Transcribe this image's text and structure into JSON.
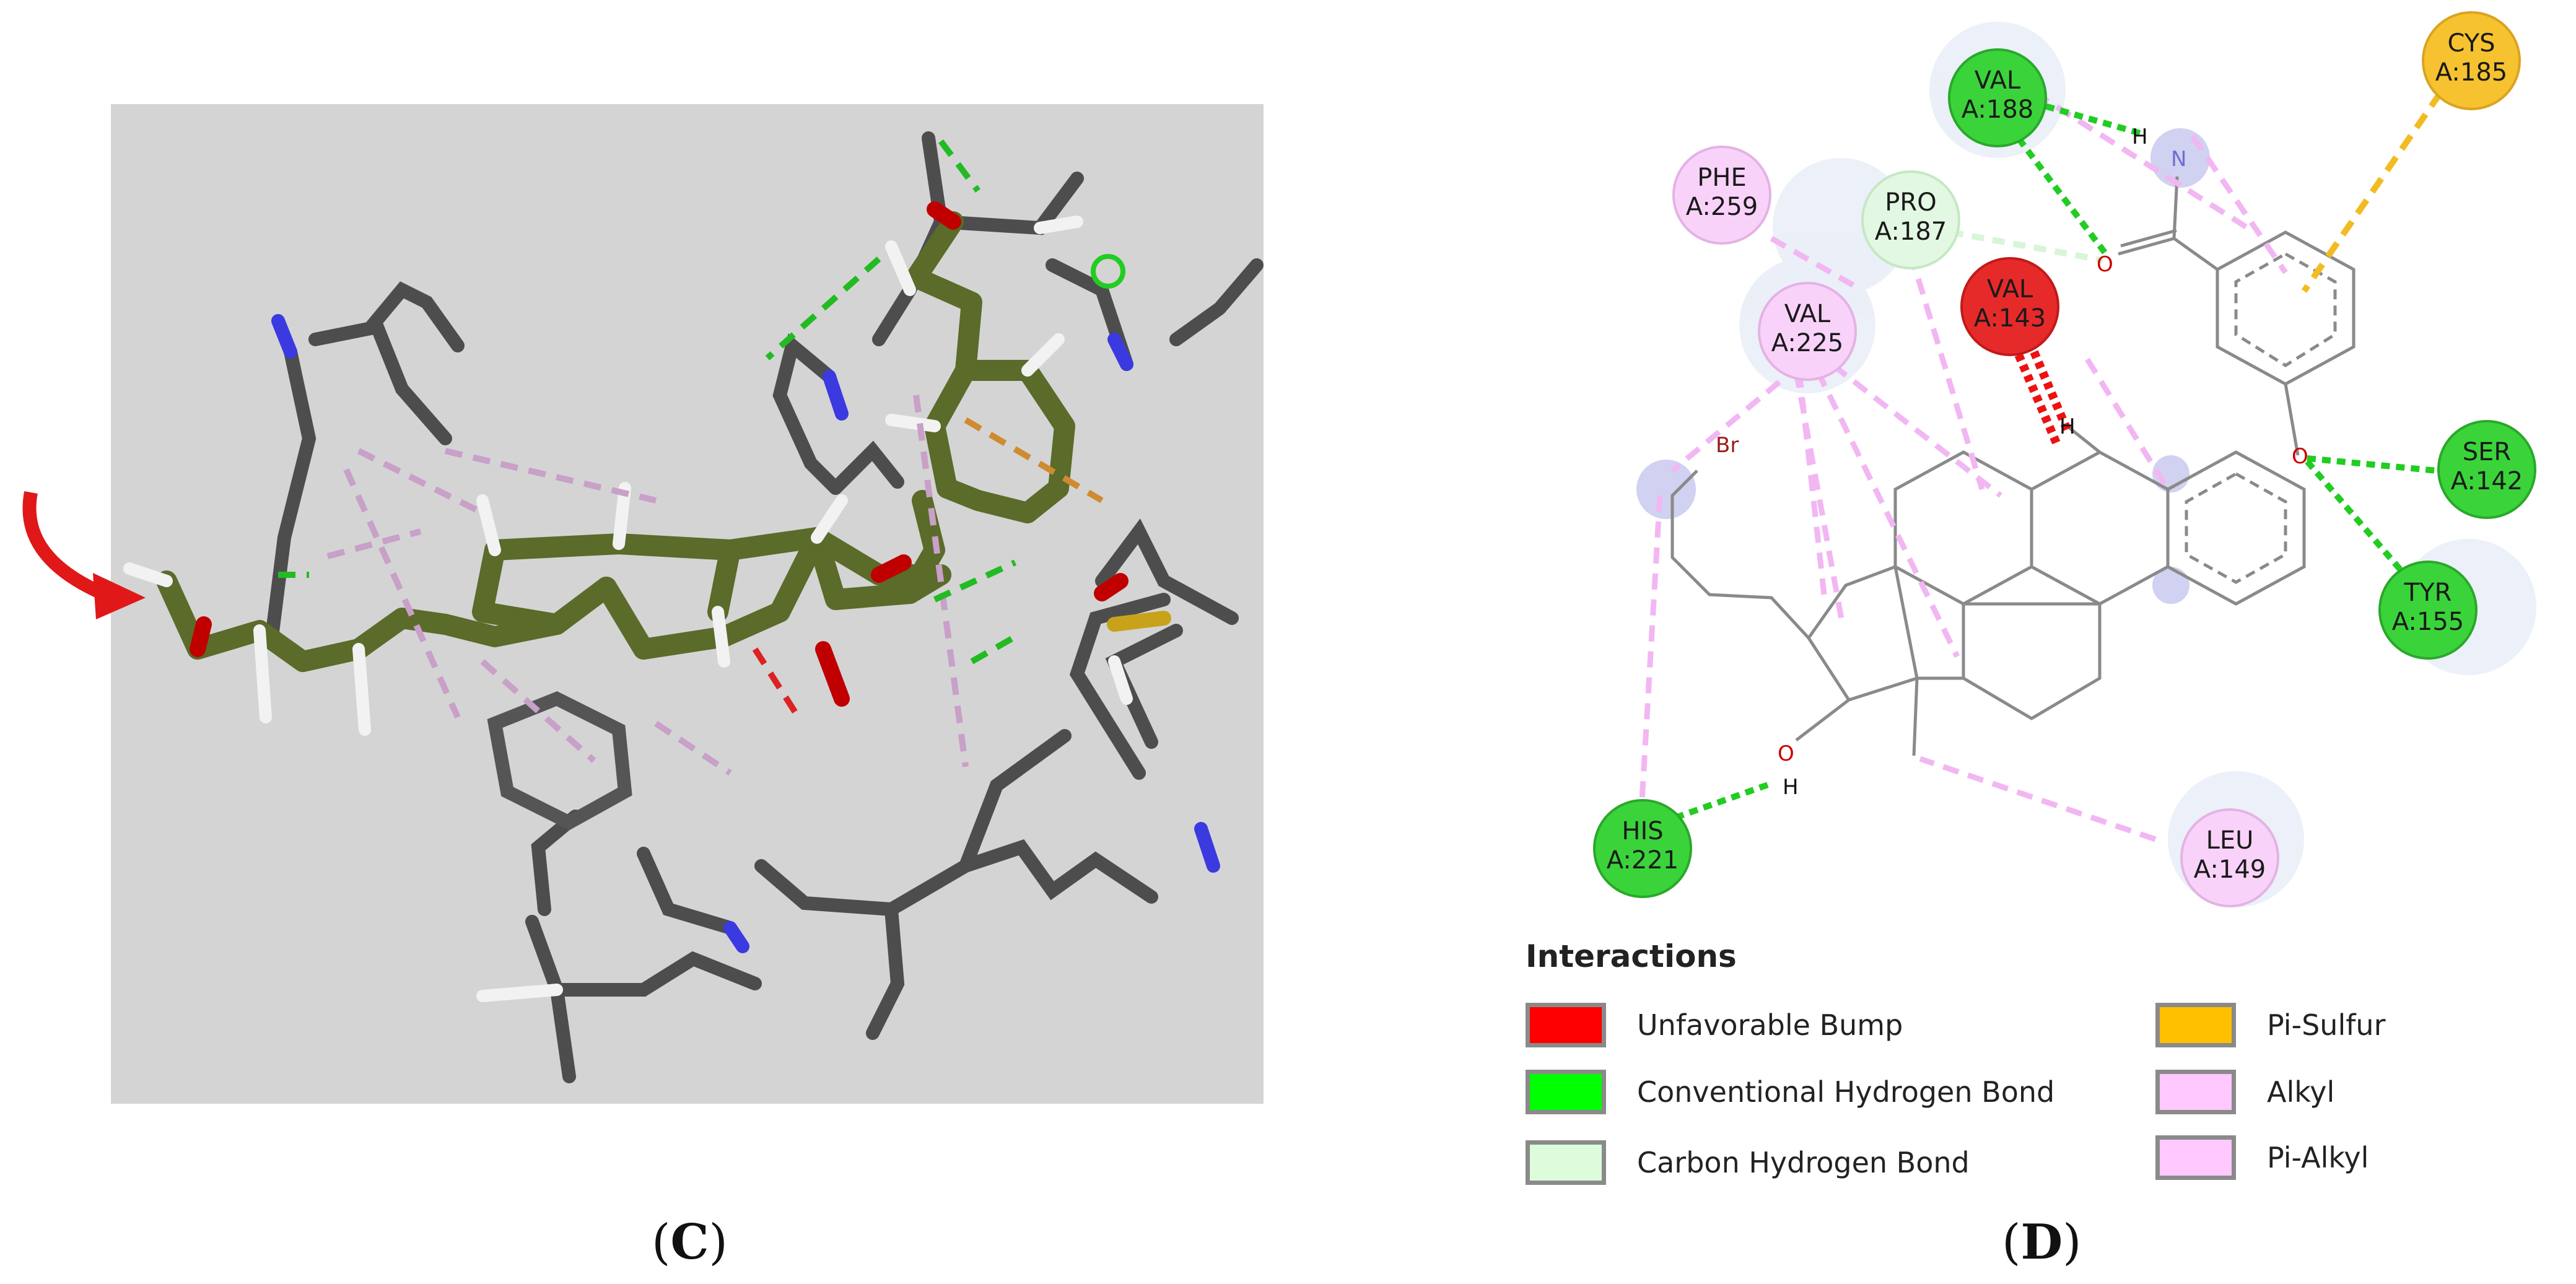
{
  "panels": {
    "left_caption": "C",
    "right_caption": "D"
  },
  "residues": [
    {
      "id": "val188",
      "name": "VAL",
      "num": "A:188",
      "type": "conventional_hbond"
    },
    {
      "id": "cys185",
      "name": "CYS",
      "num": "A:185",
      "type": "pi_sulfur"
    },
    {
      "id": "phe259",
      "name": "PHE",
      "num": "A:259",
      "type": "pi_alkyl"
    },
    {
      "id": "pro187",
      "name": "PRO",
      "num": "A:187",
      "type": "carbon_hbond"
    },
    {
      "id": "val143",
      "name": "VAL",
      "num": "A:143",
      "type": "unfavorable_bump"
    },
    {
      "id": "val225",
      "name": "VAL",
      "num": "A:225",
      "type": "alkyl"
    },
    {
      "id": "ser142",
      "name": "SER",
      "num": "A:142",
      "type": "conventional_hbond"
    },
    {
      "id": "tyr155",
      "name": "TYR",
      "num": "A:155",
      "type": "conventional_hbond"
    },
    {
      "id": "his221",
      "name": "HIS",
      "num": "A:221",
      "type": "conventional_hbond"
    },
    {
      "id": "leu149",
      "name": "LEU",
      "num": "A:149",
      "type": "alkyl"
    }
  ],
  "atom_labels": {
    "h_top": "H",
    "n_top": "N",
    "o_amide": "O",
    "br": "Br",
    "h_mid": "H",
    "o_ether": "O",
    "o_bottom": "O",
    "h_bottom": "H"
  },
  "legend": {
    "title": "Interactions",
    "items": [
      {
        "label": "Unfavorable Bump",
        "color": "#ff0000"
      },
      {
        "label": "Conventional Hydrogen Bond",
        "color": "#00ff00"
      },
      {
        "label": "Carbon Hydrogen Bond",
        "color": "#dcfcdc"
      },
      {
        "label": "Pi-Sulfur",
        "color": "#ffc000"
      },
      {
        "label": "Alkyl",
        "color": "#ffc8ff"
      },
      {
        "label": "Pi-Alkyl",
        "color": "#ffc8ff"
      }
    ]
  },
  "colors": {
    "conventional_hbond": "#39d639",
    "carbon_hbond": "#dcf7dc",
    "unfavorable_bump": "#e82626",
    "pi_sulfur": "#f2c230",
    "alkyl": "#f7cdf7",
    "pi_alkyl": "#f7cdf7",
    "panel_bg": "#d4d4d4",
    "ligand_green": "#5a6b2a",
    "protein_gray": "#4d4d4d"
  }
}
